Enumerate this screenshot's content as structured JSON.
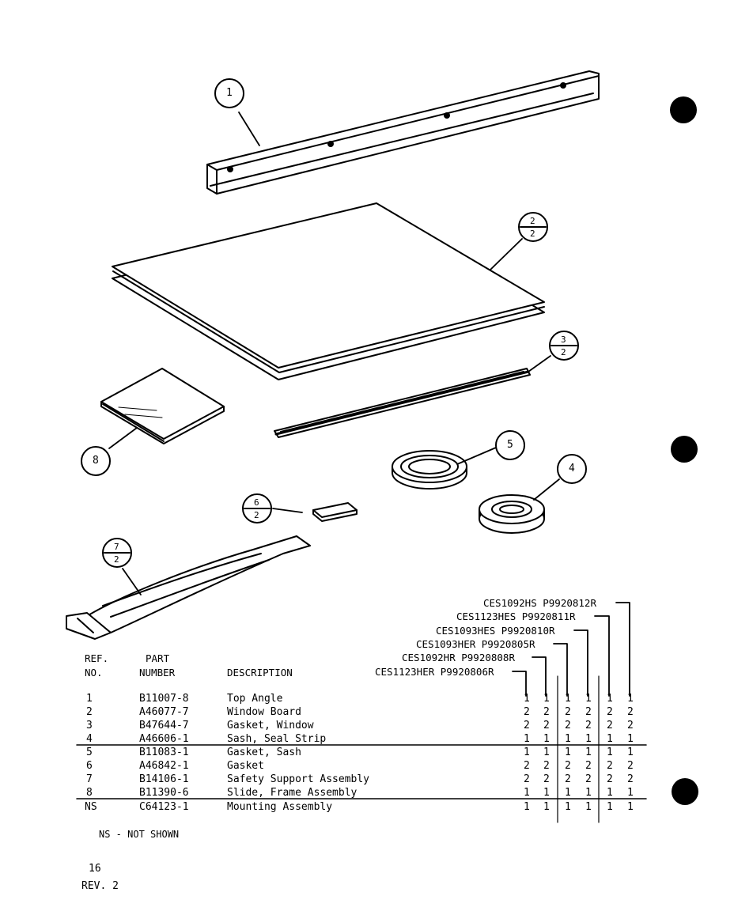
{
  "callouts": [
    {
      "top": "1"
    },
    {
      "top": "2",
      "bottom": "2"
    },
    {
      "top": "3",
      "bottom": "2"
    },
    {
      "top": "5"
    },
    {
      "top": "4"
    },
    {
      "top": "6",
      "bottom": "2"
    },
    {
      "top": "7",
      "bottom": "2"
    },
    {
      "top": "8"
    }
  ],
  "models": [
    "CES1092HS P9920812R",
    "CES1123HES P9920811R",
    "CES1093HES P9920810R",
    "CES1093HER P9920805R",
    "CES1092HR P9920808R",
    "CES1123HER P9920806R"
  ],
  "table": {
    "headers": {
      "ref_line1": "REF.",
      "ref_line2": "NO.",
      "part_line1": "PART",
      "part_line2": "NUMBER",
      "description": "DESCRIPTION"
    },
    "rows": [
      {
        "ref": "1",
        "part": "B11007-8",
        "desc": "Top Angle",
        "qty": [
          "1",
          "1",
          "1",
          "1",
          "1",
          "1"
        ]
      },
      {
        "ref": "2",
        "part": "A46077-7",
        "desc": "Window Board",
        "qty": [
          "2",
          "2",
          "2",
          "2",
          "2",
          "2"
        ]
      },
      {
        "ref": "3",
        "part": "B47644-7",
        "desc": "Gasket, Window",
        "qty": [
          "2",
          "2",
          "2",
          "2",
          "2",
          "2"
        ]
      },
      {
        "ref": "4",
        "part": "A46606-1",
        "desc": "Sash, Seal Strip",
        "qty": [
          "1",
          "1",
          "1",
          "1",
          "1",
          "1"
        ]
      },
      {
        "ref": "5",
        "part": "B11083-1",
        "desc": "Gasket, Sash",
        "qty": [
          "1",
          "1",
          "1",
          "1",
          "1",
          "1"
        ]
      },
      {
        "ref": "6",
        "part": "A46842-1",
        "desc": "Gasket",
        "qty": [
          "2",
          "2",
          "2",
          "2",
          "2",
          "2"
        ]
      },
      {
        "ref": "7",
        "part": "B14106-1",
        "desc": "Safety Support Assembly",
        "qty": [
          "2",
          "2",
          "2",
          "2",
          "2",
          "2"
        ]
      },
      {
        "ref": "8",
        "part": "B11390-6",
        "desc": "Slide, Frame Assembly",
        "qty": [
          "1",
          "1",
          "1",
          "1",
          "1",
          "1"
        ]
      },
      {
        "ref": "NS",
        "part": "C64123-1",
        "desc": "Mounting Assembly",
        "qty": [
          "1",
          "1",
          "1",
          "1",
          "1",
          "1"
        ]
      }
    ]
  },
  "footnote": "NS - NOT SHOWN",
  "page_number": "16",
  "revision": "REV. 2"
}
